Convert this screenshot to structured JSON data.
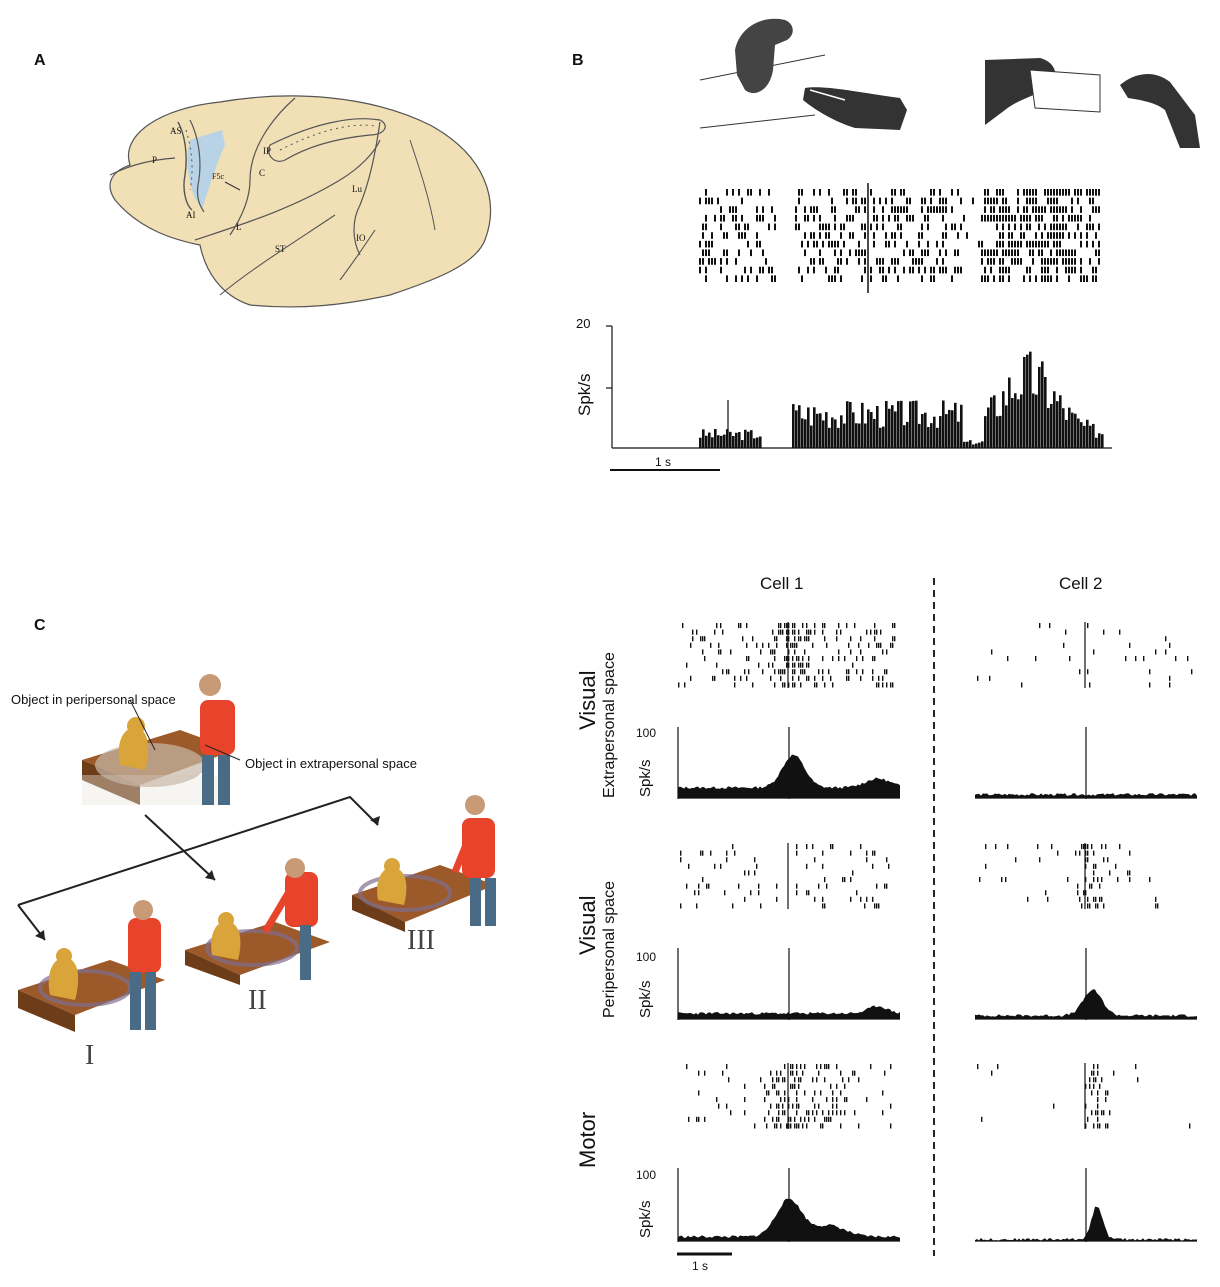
{
  "panels": {
    "A": {
      "letter": "A",
      "sulci": {
        "AS": "AS",
        "P": "P",
        "AI": "AI",
        "F5c": "F5c",
        "IP": "IP",
        "C": "C",
        "L": "L",
        "Lu": "Lu",
        "ST": "ST",
        "IO": "IO"
      }
    },
    "B": {
      "letter": "B",
      "y_top_tick": "20",
      "ylabel": "Spk/s",
      "scalebar": "1 s"
    },
    "C": {
      "letter": "C",
      "label_peri": "Object in peripersonal space",
      "label_extra": "Object in extrapersonal space",
      "conditions": [
        "I",
        "II",
        "III"
      ]
    }
  },
  "cells": {
    "cell1": "Cell 1",
    "cell2": "Cell 2"
  },
  "rows": [
    {
      "main": "Visual",
      "sub": "Extrapersonal space",
      "ytick": "100",
      "ylabel": "Spk/s"
    },
    {
      "main": "Visual",
      "sub": "Peripersonal space",
      "ytick": "100",
      "ylabel": "Spk/s"
    },
    {
      "main": "Motor",
      "sub": "",
      "ytick": "100",
      "ylabel": "Spk/s"
    }
  ],
  "scalebar": "1 s",
  "colors": {
    "brain": "#f1dfb6",
    "f5c": "#b9d3e6",
    "shirt": "#e8432b",
    "table": "#9c5a2a",
    "monkey": "#d9a43a"
  }
}
